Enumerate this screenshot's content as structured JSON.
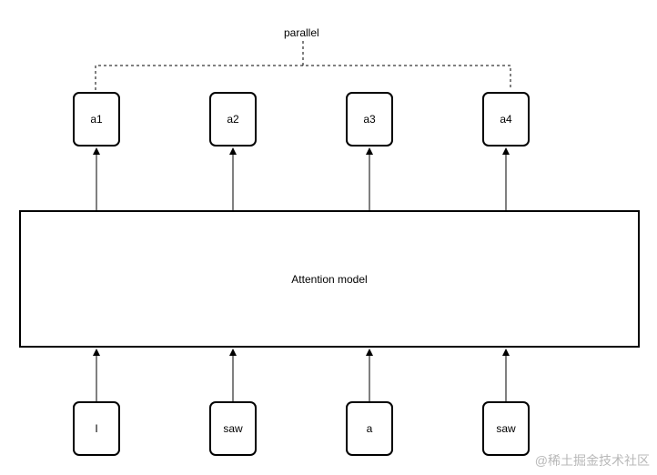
{
  "diagram": {
    "group_label": "parallel",
    "model_label": "Attention model",
    "outputs": [
      "a1",
      "a2",
      "a3",
      "a4"
    ],
    "inputs": [
      "I",
      "saw",
      "a",
      "saw"
    ]
  },
  "watermark": "@稀土掘金技术社区"
}
